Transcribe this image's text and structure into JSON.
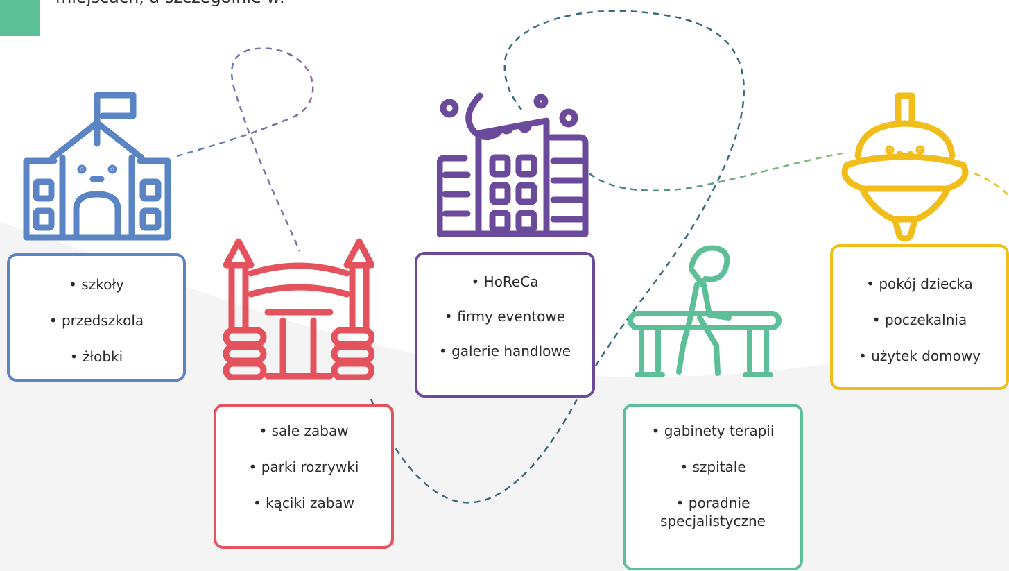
{
  "intro_text": "miejscach, a szczególnie w:",
  "colors": {
    "blue": "#5a84c4",
    "red": "#e4525d",
    "purple": "#6b4a9b",
    "green": "#5cbf98",
    "yellow": "#f0bd1a",
    "background_wave": "#f4f4f4"
  },
  "icons": [
    "school-icon",
    "bounce-castle-icon",
    "hotel-building-icon",
    "therapy-bench-icon",
    "spinning-top-icon"
  ],
  "cards": [
    {
      "items": [
        "szkoły",
        "przedszkola",
        "żłobki"
      ]
    },
    {
      "items": [
        "sale zabaw",
        "parki rozrywki",
        "kąciki zabaw"
      ]
    },
    {
      "items": [
        "HoReCa",
        "firmy eventowe",
        "galerie handlowe"
      ]
    },
    {
      "items": [
        "gabinety terapii",
        "szpitale",
        "poradnie specjalistyczne"
      ]
    },
    {
      "items": [
        "pokój dziecka",
        "poczekalnia",
        "użytek domowy"
      ]
    }
  ]
}
